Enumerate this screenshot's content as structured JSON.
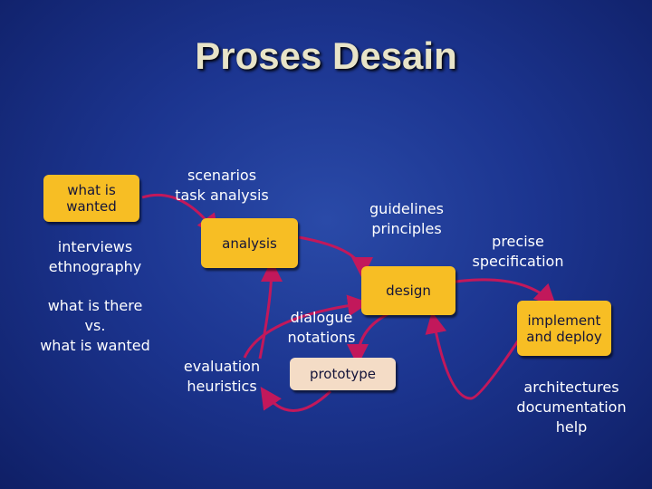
{
  "title": "Proses Desain",
  "boxes": {
    "what_is_wanted": "what is\nwanted",
    "analysis": "analysis",
    "design": "design",
    "prototype": "prototype",
    "implement_deploy": "implement\nand deploy"
  },
  "labels": {
    "interviews": "interviews\nethnography",
    "what_is_there": "what is there\nvs.\nwhat is wanted",
    "scenarios": "scenarios\ntask analysis",
    "guidelines": "guidelines\nprinciples",
    "precise": "precise\nspecification",
    "dialogue": "dialogue\nnotations",
    "evaluation": "evaluation\nheuristics",
    "architectures": "architectures\ndocumentation\nhelp"
  },
  "colors": {
    "box": "#f7be24",
    "prototype_box": "#f4dcc6",
    "arrow": "#c2185b",
    "background": "#1c3590"
  }
}
